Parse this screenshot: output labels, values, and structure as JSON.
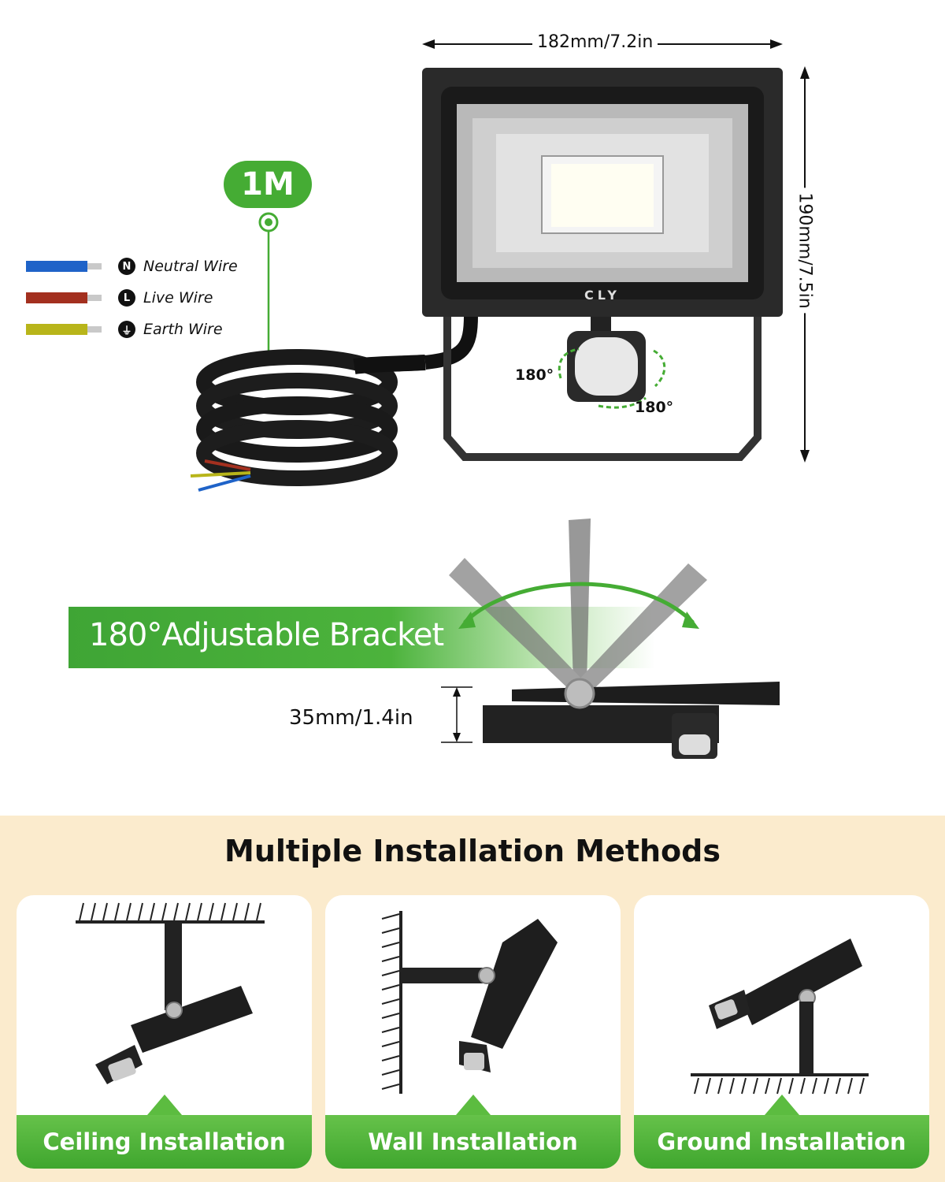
{
  "dimensions": {
    "width_label": "182mm/7.2in",
    "height_label": "190mm/7.5in",
    "depth_label": "35mm/1.4in"
  },
  "cable": {
    "length_label": "1M",
    "wires": [
      {
        "symbol": "N",
        "label": "Neutral Wire",
        "color": "#1f63c8"
      },
      {
        "symbol": "L",
        "label": "Live Wire",
        "color": "#a3301f"
      },
      {
        "symbol": "⏚",
        "label": "Earth Wire",
        "color": "#b8b51a"
      }
    ]
  },
  "product": {
    "brand": "CLY",
    "sensor_angle_horizontal": "180°",
    "sensor_angle_vertical": "180°"
  },
  "bracket": {
    "label": "180°Adjustable Bracket"
  },
  "installation": {
    "title": "Multiple Installation Methods",
    "methods": [
      {
        "label": "Ceiling Installation"
      },
      {
        "label": "Wall Installation"
      },
      {
        "label": "Ground Installation"
      }
    ]
  },
  "colors": {
    "accent_green": "#45ac34",
    "section_bg": "#fbebcd"
  }
}
